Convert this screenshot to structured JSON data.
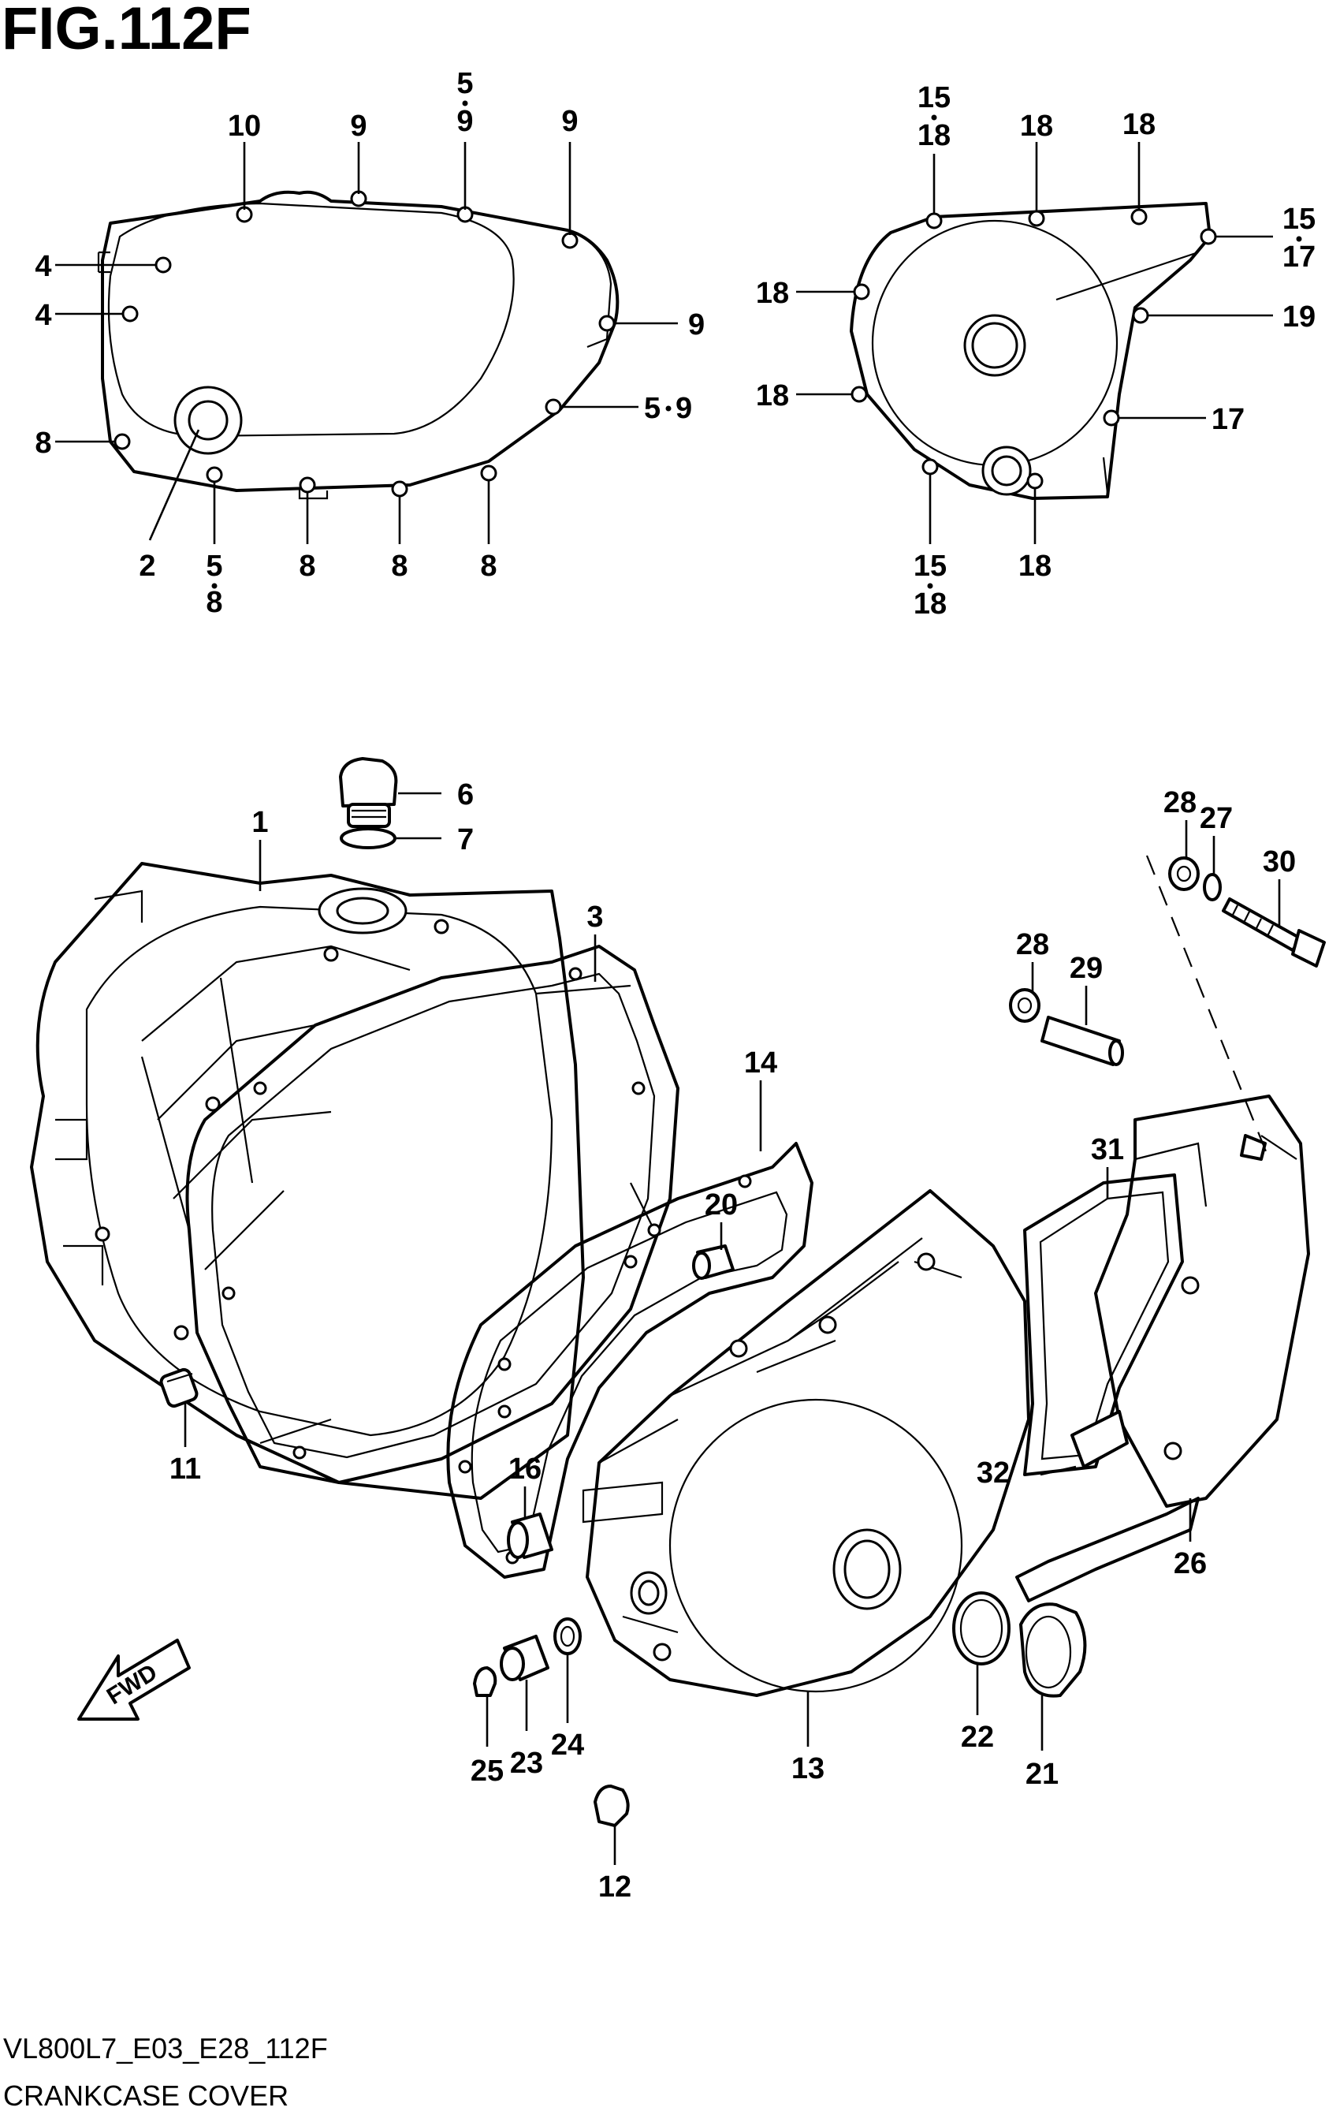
{
  "figure": {
    "title": "FIG.112F"
  },
  "footer": {
    "code": "VL800L7_E03_E28_112F",
    "caption": "CRANKCASE COVER"
  },
  "fwd_label": "FWD",
  "callouts": {
    "c10": "10",
    "c9a": "9",
    "c5_top": "5",
    "c9_top": "9",
    "c9b": "9",
    "c4a": "4",
    "c4b": "4",
    "c9c": "9",
    "c8a": "8",
    "c59_a": "5",
    "c59_b": "9",
    "c2": "2",
    "c5_bot": "5",
    "c8_bot": "8",
    "c8b": "8",
    "c8c": "8",
    "c8d": "8",
    "c15a_top": "15",
    "c18a_bot": "18",
    "c18b": "18",
    "c18c": "18",
    "c18d": "18",
    "c18e": "18",
    "c15b_top": "15",
    "c17b_bot": "17",
    "c19": "19",
    "c17": "17",
    "c15c_top": "15",
    "c18f_bot": "18",
    "c18g": "18",
    "c6": "6",
    "c7": "7",
    "c1": "1",
    "c3": "3",
    "c14": "14",
    "c20": "20",
    "c11": "11",
    "c16": "16",
    "c28a": "28",
    "c27": "27",
    "c30": "30",
    "c28b": "28",
    "c29": "29",
    "c31": "31",
    "c32": "32",
    "c26": "26",
    "c25": "25",
    "c23": "23",
    "c24": "24",
    "c13": "13",
    "c22": "22",
    "c21": "21",
    "c12": "12"
  }
}
